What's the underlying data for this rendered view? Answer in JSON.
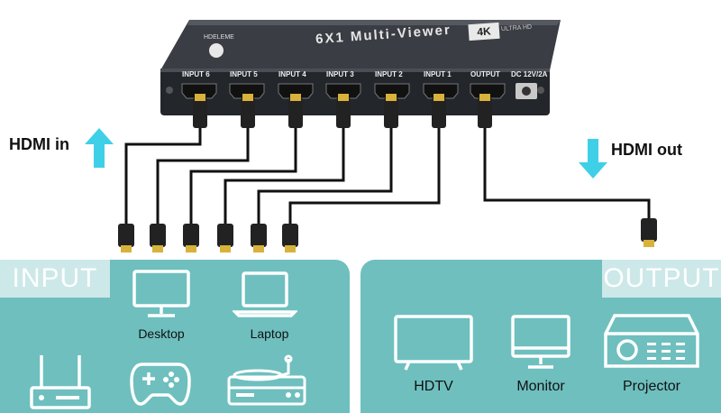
{
  "device": {
    "title": "6X1 Multi-Viewer",
    "brand": "HDELEME",
    "badge": "4K",
    "badge_sub": "ULTRA HD",
    "port_labels": [
      "INPUT 6",
      "INPUT 5",
      "INPUT 4",
      "INPUT 3",
      "INPUT 2",
      "INPUT 1",
      "OUTPUT"
    ],
    "power_label": "DC 12V/2A"
  },
  "flow": {
    "in_label": "HDMI in",
    "out_label": "HDMI out"
  },
  "input_panel": {
    "title": "INPUT",
    "devices": [
      {
        "label": "Desktop",
        "icon": "desktop-icon"
      },
      {
        "label": "Laptop",
        "icon": "laptop-icon"
      },
      {
        "label": "",
        "icon": "router-box-icon"
      },
      {
        "label": "",
        "icon": "gamepad-icon"
      },
      {
        "label": "",
        "icon": "turntable-icon"
      }
    ]
  },
  "output_panel": {
    "title": "OUTPUT",
    "devices": [
      {
        "label": "HDTV",
        "icon": "hdtv-icon"
      },
      {
        "label": "Monitor",
        "icon": "monitor-icon"
      },
      {
        "label": "Projector",
        "icon": "projector-icon"
      }
    ]
  },
  "colors": {
    "panel": "#6fbfbf",
    "tag": "#cde8e8",
    "arrow": "#3fd0e8",
    "device_body": "#2a2d33",
    "connector_gold": "#d8b23a"
  }
}
